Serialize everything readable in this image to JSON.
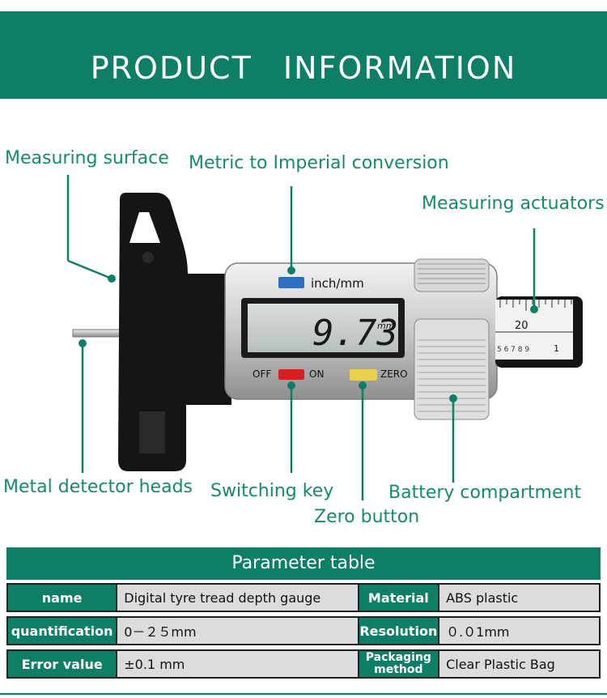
{
  "banner": {
    "title": "PRODUCT  INFORMATION"
  },
  "callouts": {
    "measuring_surface": "Measuring surface",
    "metric_conversion": "Metric to Imperial conversion",
    "measuring_actuators": "Measuring actuators",
    "metal_detector": "Metal detector heads",
    "switching_key": "Switching key",
    "battery": "Battery compartment",
    "zero_button": "Zero button"
  },
  "device": {
    "display_value": "9.73",
    "display_unit": "mm",
    "unit_button_label": "inch/mm",
    "off_label": "OFF",
    "on_label": "ON",
    "zero_label": "ZERO",
    "scale_number": "20",
    "scale_digits": "5 6 7 8 9",
    "scale_end": "1"
  },
  "colors": {
    "brand_green": "#0e7f66",
    "callout_green": "#168a6c",
    "table_value_bg": "#dcdcdc",
    "button_blue": "#2d6fc2",
    "button_red": "#d42020",
    "button_yellow": "#e8d04a"
  },
  "param_table": {
    "title": "Parameter table",
    "rows": [
      {
        "label1": "name",
        "value1": "Digital tyre tread depth gauge",
        "label2": "Material",
        "value2": "ABS plastic"
      },
      {
        "label1": "quantification",
        "value1": "0－２５mm",
        "label2": "Resolution",
        "value2": "０.０1mm"
      },
      {
        "label1": "Error value",
        "value1": "±0.1 mm",
        "label2": "Packaging method",
        "value2": "Clear Plastic Bag"
      }
    ]
  }
}
